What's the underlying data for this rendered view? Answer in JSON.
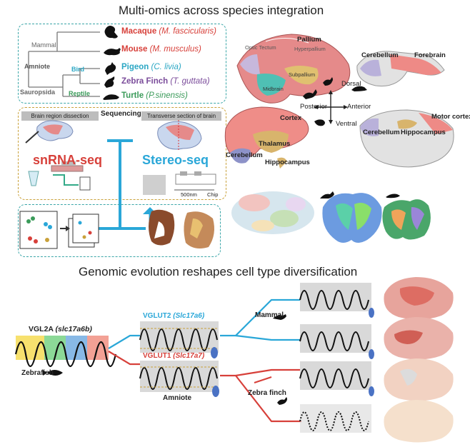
{
  "titles": {
    "top": "Multi-omics across species integration",
    "bottom": "Genomic evolution reshapes cell type diversification"
  },
  "tree": {
    "mammal": "Mammal",
    "amniote": "Amniote",
    "bird": "Bird",
    "sauropsida": "Sauropsida",
    "reptile": "Reptile"
  },
  "species": [
    {
      "name": "Macaque",
      "latin": "(M. fascicularis)",
      "color": "#d7403a"
    },
    {
      "name": "Mouse",
      "latin": "(M. musculus)",
      "color": "#d7403a"
    },
    {
      "name": "Pigeon",
      "latin": "(C. livia)",
      "color": "#2ba7c4"
    },
    {
      "name": "Zebra Finch",
      "latin": "(T. guttata)",
      "color": "#7a4b9a"
    },
    {
      "name": "Turtle",
      "latin": "(P.sinensis)",
      "color": "#3b9b5a"
    }
  ],
  "sequencing": {
    "header_left": "Brain region dissection",
    "header_mid": "Sequencing",
    "header_right": "Transverse section of brain",
    "snrna": "snRNA-seq",
    "stereo": "Stereo-seq",
    "scale": "500nm",
    "chip": "Chip"
  },
  "brain_labels": {
    "pallium": "Pallium",
    "cortex": "Cortex",
    "thalamus": "Thalamus",
    "cerebellum1": "Cerebellum",
    "hippocampus1": "Hippocampus",
    "cerebellum2": "Cerebellum",
    "forebrain": "Forebrain",
    "motor_cortex": "Motor cortex",
    "cerebellum3": "Cerebellum",
    "hippocampus2": "Hippocampus",
    "dorsal": "Dorsal",
    "ventral": "Ventral",
    "anterior": "Anterior",
    "posterior": "Posterior",
    "subpallium": "Subpallium",
    "midbrain": "Midbrain",
    "hyperpallium": "Hyperpallium",
    "optic_tectum": "Optic Tectum"
  },
  "evolution": {
    "vgl2a": "VGL2A",
    "vgl2a_gene": "(slc17a6b)",
    "zebrafish": "Zebrafish",
    "vglut2": "VGLUT2",
    "vglut2_gene": "(Slc17a6)",
    "vglut1": "VGLUT1",
    "vglut1_gene": "(Slc17a7)",
    "amniote": "Amniote",
    "mammal": "Mammal",
    "zebra_finch": "Zebra finch"
  },
  "colors": {
    "teal": "#3aa6a8",
    "red": "#d7403a",
    "cyan": "#2aa7d8",
    "purple": "#7a4b9a",
    "green": "#3b9b5a",
    "gold": "#c9a13a"
  }
}
